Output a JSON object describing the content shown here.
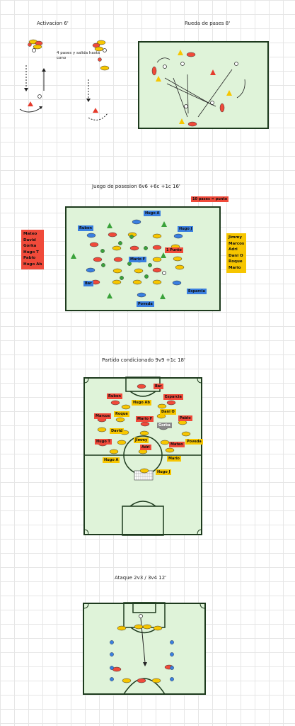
{
  "sections": {
    "activacion": {
      "title": "Activacion 6'",
      "note": "4 pases y salida hasta cono"
    },
    "rueda": {
      "title": "Rueda de pases 8'"
    },
    "posesion": {
      "title": "Juego de posesion 6v6 +6c +1c   16'",
      "badge": "10 pases = punto",
      "left_roster": [
        "Mateo",
        "David",
        "Gorka",
        "Hugo T",
        "Pablo",
        "Hugo Ab"
      ],
      "right_roster": [
        "Jimmy",
        "Marcos",
        "Adri",
        "Dani O",
        "Roque",
        "Mario"
      ],
      "tags": {
        "hugo_a": "Hugo A",
        "ruben": "Ruben",
        "hugo_j": "Hugo J",
        "punto": "1 Punto",
        "mario_f": "Mario F",
        "bar": "Bar",
        "esparcia": "Esparcia",
        "poveda": "Poveda"
      }
    },
    "partido": {
      "title": "Partido condicionado 9v9 +1c  18'",
      "tags": {
        "bar": "Bar",
        "ruben": "Ruben",
        "esparcia": "Esparcia",
        "hugo_ab": "Hugo Ab",
        "dani_o": "Dani O",
        "marcos": "Marcos",
        "roque": "Roque",
        "mario_f": "Mario F",
        "pablo": "Pablo",
        "gorka": "Gorka",
        "david": "David",
        "hugo_t": "Hugo T",
        "jimmy": "Jimmy",
        "mateo": "Mateo",
        "poveda": "Poveda",
        "adri": "Adri",
        "hugo_a": "Hugo A",
        "mario": "Mario",
        "hugo_j": "Hugo J"
      }
    },
    "ataque": {
      "title": "Ataque 2v3  / 3v4   12'"
    }
  },
  "colors": {
    "field_green": "#dff3d9",
    "line": "#1d3a1d",
    "red": "#f04a3a",
    "blue": "#3a7fe0",
    "yellow": "#f7c600",
    "cone_green": "#3aa23a",
    "cone_red": "#e53b2c"
  }
}
